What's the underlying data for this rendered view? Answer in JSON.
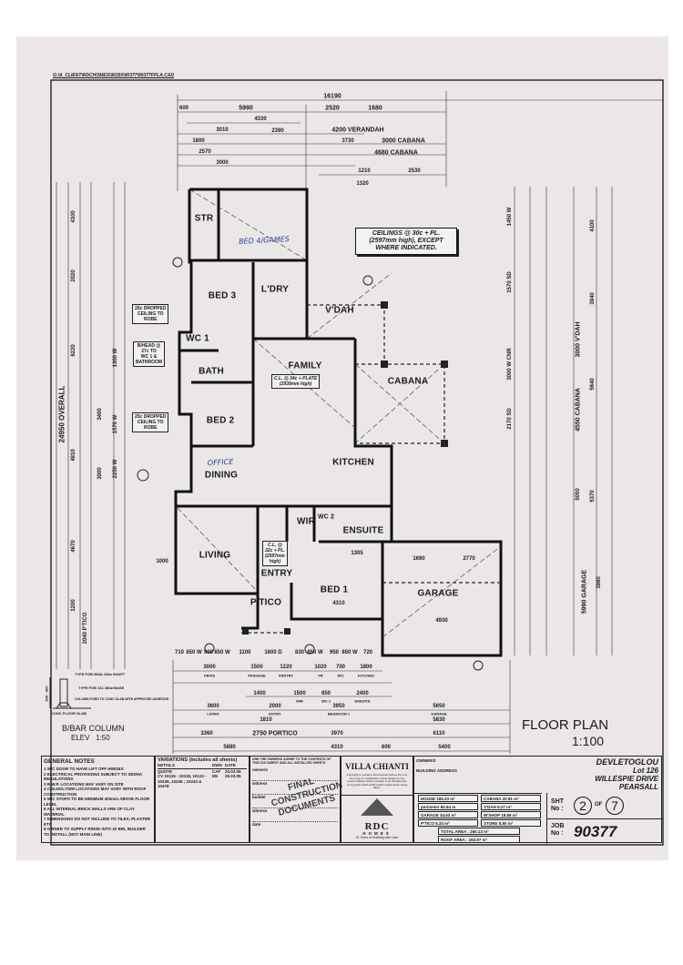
{
  "file_path_header": "G:\\A_CLIENT\\RDCHOMES\\90350\\90377\\90377FPLA.CAD",
  "ceiling_note": [
    "CEILINGS @ 30c + PL.",
    "(2597mm high), EXCEPT",
    "WHERE INDICATED."
  ],
  "rooms": {
    "str": "STR",
    "bed4": "",
    "bed3": "BED 3",
    "laundry": "L'DRY",
    "wc1": "WC 1",
    "bath": "BATH",
    "family": "FAMILY",
    "verandah": "V'DAH",
    "cabana": "CABANA",
    "bed2": "BED 2",
    "dining": "DINING",
    "kitchen": "KITCHEN",
    "living": "LIVING",
    "wir": "WIR",
    "wc2": "WC 2",
    "ensuite": "ENSUITE",
    "entry": "ENTRY",
    "bed1": "BED 1",
    "garage": "GARAGE",
    "portico": "P'TICO"
  },
  "handwritten": {
    "bed4_games": "BED 4/GAMES",
    "office": "OFFICE"
  },
  "ceiling_boxes": {
    "family": [
      "C.L. @ 34c + PLATE",
      "(2939mm high)"
    ],
    "entry": [
      "C.L. @",
      "32c + PL.",
      "(2597mm",
      "high)"
    ]
  },
  "side_notes": {
    "dropped_1": [
      "25c DROPPED",
      "CEILING TO",
      "ROBE"
    ],
    "bulkhead": [
      "B/HEAD @",
      "27c TO",
      "WC 1 &",
      "BATHROOM"
    ],
    "dropped_2": [
      "25c DROPPED",
      "CEILING TO",
      "ROBE"
    ]
  },
  "dims": {
    "top": [
      "16190",
      "600",
      "5990",
      "2520",
      "1680",
      "4330",
      "4200 VERANDAH",
      "2390",
      "3730",
      "3000 CABANA",
      "4680 CABANA",
      "1210",
      "2530",
      "3010",
      "3000",
      "2570",
      "1800",
      "1320"
    ],
    "left": [
      "24950 OVERALL",
      "4100",
      "2020",
      "6220",
      "4810",
      "4670",
      "1200",
      "2040 P'TICO",
      "3000",
      "3400",
      "1570 W",
      "2250 W",
      "1300 W"
    ],
    "right": [
      "4100",
      "3940",
      "3000 V'DAH",
      "4550 CABANA",
      "5640",
      "5050",
      "5370",
      "5990 GARAGE",
      "3980",
      "3000 W CNR",
      "2170 SD",
      "1570 SD",
      "1450 W"
    ],
    "bottom": [
      "710",
      "850 W",
      "900",
      "850 W",
      "1100",
      "1600 D",
      "830",
      "850 W",
      "950",
      "850 W",
      "720",
      "3000",
      "1500",
      "1220",
      "1020",
      "700",
      "1800",
      "1400",
      "1500",
      "850",
      "2400",
      "3600",
      "2000",
      "3950",
      "5650",
      "1810",
      "5830",
      "3360",
      "2750 PORTICO",
      "3970",
      "6110",
      "5880",
      "4310",
      "600",
      "5400"
    ],
    "bottom_labels": [
      "DRIVE",
      "PASSAGE",
      "PANTRY",
      "FR",
      "WO",
      "KITCHEN",
      "WIR",
      "WC 2",
      "ENSUITE",
      "LIVING",
      "ENTRY",
      "BEDROOM 1",
      "GARAGE"
    ],
    "interior": [
      "4310",
      "4930",
      "2770",
      "1690",
      "1305",
      "1000"
    ]
  },
  "column_detail": {
    "title": "B/BAR COLUMN",
    "subtitle": "ELEV   1:50",
    "note1": "TYPE FGB 583A 200ø SHAFT",
    "note2": "TYPE FGB 161 380ø BASE",
    "note3": "COLUMN FIXED TO CONC SLAB WITH APPROVED ADHESIVE",
    "note4": "CONC FLOOR SLAB",
    "dim": "800 - 900"
  },
  "drawing_title": "FLOOR PLAN",
  "drawing_scale": "1:100",
  "title_block": {
    "general_notes_title": "GENERAL NOTES",
    "general_notes": [
      "1 W/C DOOR TO HAVE LIFT OFF HINGES",
      "2 ELECTRICAL PROVISIONS SUBJECT TO SEDNA REGULATIONS",
      "3 R.W.P. LOCATIONS MAY VARY ON SITE",
      "4 CEILING ITEM LOCATIONS MAY VARY WITH ROOF CONSTRUCTION",
      "5 W/C STOPS TO BE MINIMUM 400mm ABOVE FLOOR LEVEL",
      "6 ALL INTERNAL BRICK WALLS ARE OF CLAY MATERIAL",
      "7 DIMENSIONS DO NOT INCLUDE TO TILES, PLASTER ETC",
      "8 OWNER TO SUPPLY RINSE INTO 20 BIN, BUILDER TO INSTALL (NOT MAIN LINE)"
    ],
    "variations_title": "VARIATIONS (includes all sheets)",
    "variations_headers": [
      "DETAILS",
      "DWN",
      "DATE"
    ],
    "variations_rows": [
      [
        "QUOTE",
        "CAF",
        "20.03.05"
      ],
      [
        "CV 10115 - 10118, 10122 - 10235, 10236 ; 10243 & 10478",
        "EN",
        "26.03.05"
      ]
    ],
    "owners_sign_header": "I/WE THE OWNER/S AGREE TO THE CONTENTS OF THIS DOCUMENT AND ALL INSTALLED SHEETS",
    "owners_sign_rows": [
      "owner/s",
      "witness",
      "builder",
      "witness",
      "date"
    ],
    "stamp": [
      "FINAL CONSTRUCTION",
      "DOCUMENTS"
    ],
    "design_name": "VILLA CHIANTI",
    "copyright": "Copyright is vested in Don Everett Homes Pty Ltd. Any copy or modification of this design by any person without written consent is an infringement of copyright which shall result in legal action being taken.",
    "logo_text": "RDC",
    "logo_sub": "HOMES",
    "logo_tagline": "31 Years of Building with Care",
    "owner_label": "OWNER/S",
    "owner_name": "DEVLETOGLOU",
    "address_label": "BUILDING ADDRESS",
    "address": [
      "Lot 126",
      "WILLESPIE DRIVE",
      "PEARSALL"
    ],
    "areas": [
      {
        "label": "HOUSE",
        "value": "165.23 m²"
      },
      {
        "label": "CABANA",
        "value": "20.91 m²"
      },
      {
        "label": "perimeter",
        "value": "60.64 m"
      },
      {
        "label": "V'DAH",
        "value": "9.27 m²"
      },
      {
        "label": "GARAGE",
        "value": "34.63 m²"
      },
      {
        "label": "W'SHOP",
        "value": "18.68 m²"
      },
      {
        "label": "P'TICO",
        "value": "5.33 m²"
      },
      {
        "label": "STORE",
        "value": "5.80 m²"
      }
    ],
    "total_area": "TOTAL AREA : 260.13 m²",
    "roof_area": "ROOF AREA : 283.97 m²",
    "sheet_label": "SHT No :",
    "sheet_no": "2",
    "sheet_of": "OF",
    "sheet_total": "7",
    "job_label": "JOB No :",
    "job_no": "90377"
  },
  "colors": {
    "paper": "#ebe7e7",
    "ink": "#1a1a1a",
    "handwriting": "#2b3d9c"
  }
}
